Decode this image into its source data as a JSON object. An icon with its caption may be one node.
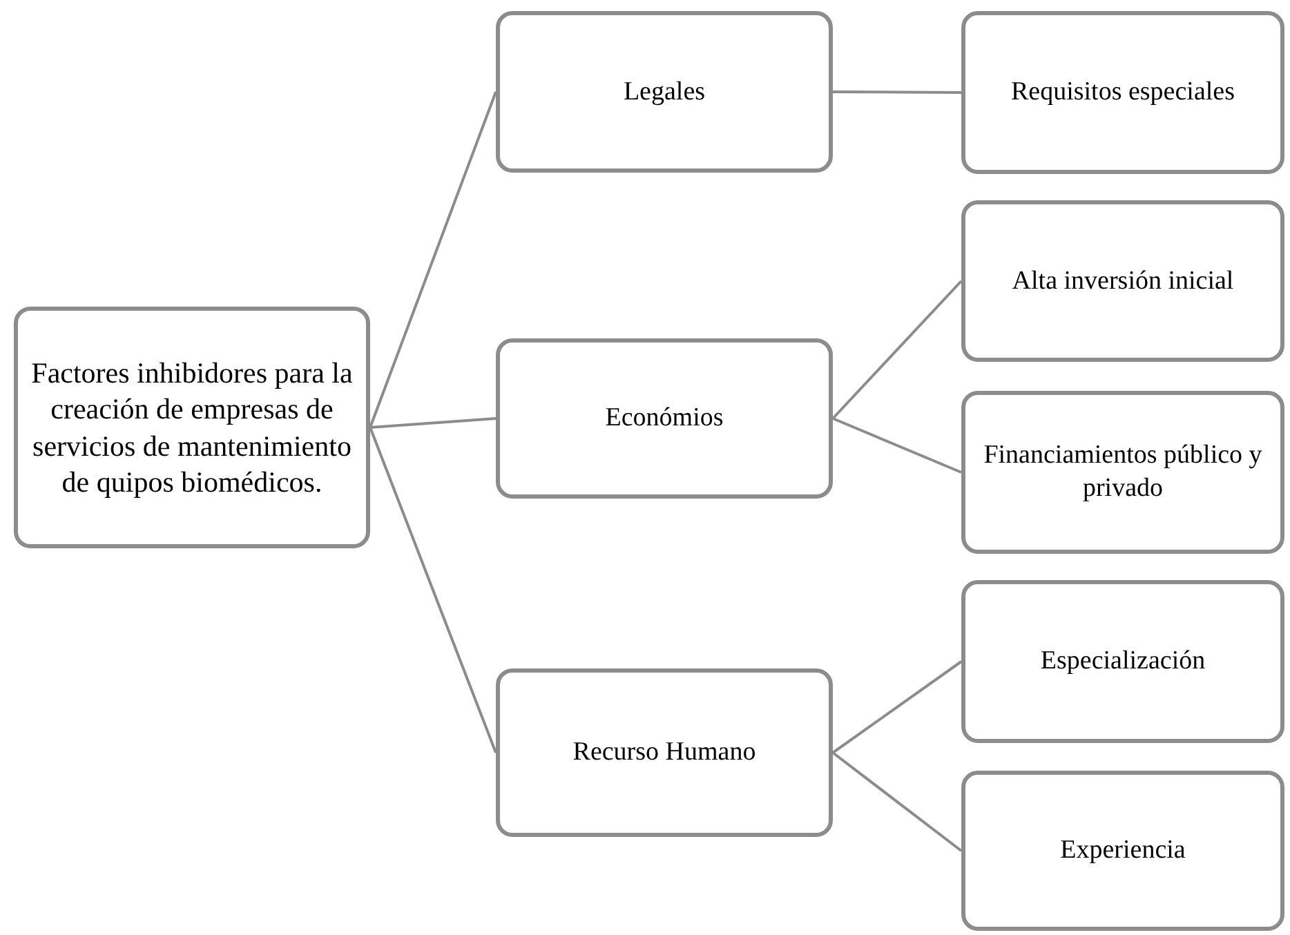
{
  "diagram": {
    "nodes": [
      {
        "text": [
          "Factores inhibidores para la creación de empresas de servicios de mantenimiento de quipos biomédicos."
        ]
      },
      {
        "text": [
          "Legales"
        ]
      },
      {
        "text": [
          "Económios"
        ]
      },
      {
        "text": [
          "Recurso Humano"
        ]
      },
      {
        "text": [
          "Requisitos especiales"
        ]
      },
      {
        "text": [
          "Alta inversión inicial"
        ]
      },
      {
        "text": [
          "Financiamientos público y privado"
        ]
      },
      {
        "text": [
          "Especialización"
        ]
      },
      {
        "text": [
          "Experiencia"
        ]
      }
    ],
    "edges": [
      {
        "from": 0,
        "to": 1,
        "arrow": "none"
      },
      {
        "from": 0,
        "to": 2,
        "arrow": "none"
      },
      {
        "from": 0,
        "to": 3,
        "arrow": "none"
      },
      {
        "from": 1,
        "to": 4,
        "arrow": "none"
      },
      {
        "from": 2,
        "to": 5,
        "arrow": "none"
      },
      {
        "from": 2,
        "to": 6,
        "arrow": "none"
      },
      {
        "from": 3,
        "to": 7,
        "arrow": "none"
      },
      {
        "from": 3,
        "to": 8,
        "arrow": "none"
      }
    ]
  }
}
